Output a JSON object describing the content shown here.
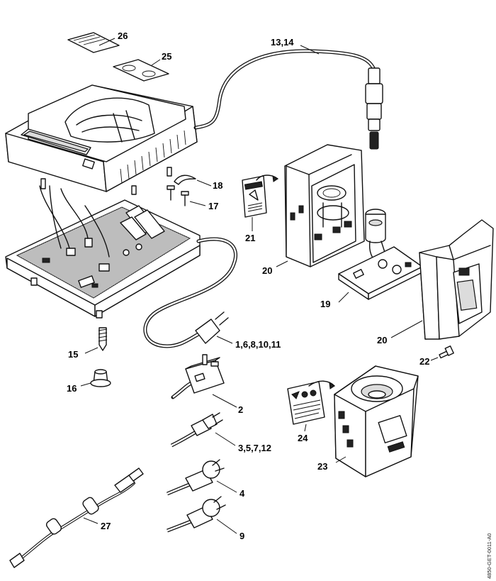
{
  "callouts": {
    "c26": "26",
    "c25": "25",
    "c13_14": "13,14",
    "c18": "18",
    "c17": "17",
    "c21": "21",
    "c20a": "20",
    "c19": "19",
    "c20b": "20",
    "c22": "22",
    "c15": "15",
    "c1_6_8_10_11": "1,6,8,10,11",
    "c16": "16",
    "c2": "2",
    "c24": "24",
    "c3_5_7_12": "3,5,7,12",
    "c23": "23",
    "c4": "4",
    "c27": "27",
    "c9": "9"
  },
  "drawing_id": "4850-GET-0011-A0"
}
